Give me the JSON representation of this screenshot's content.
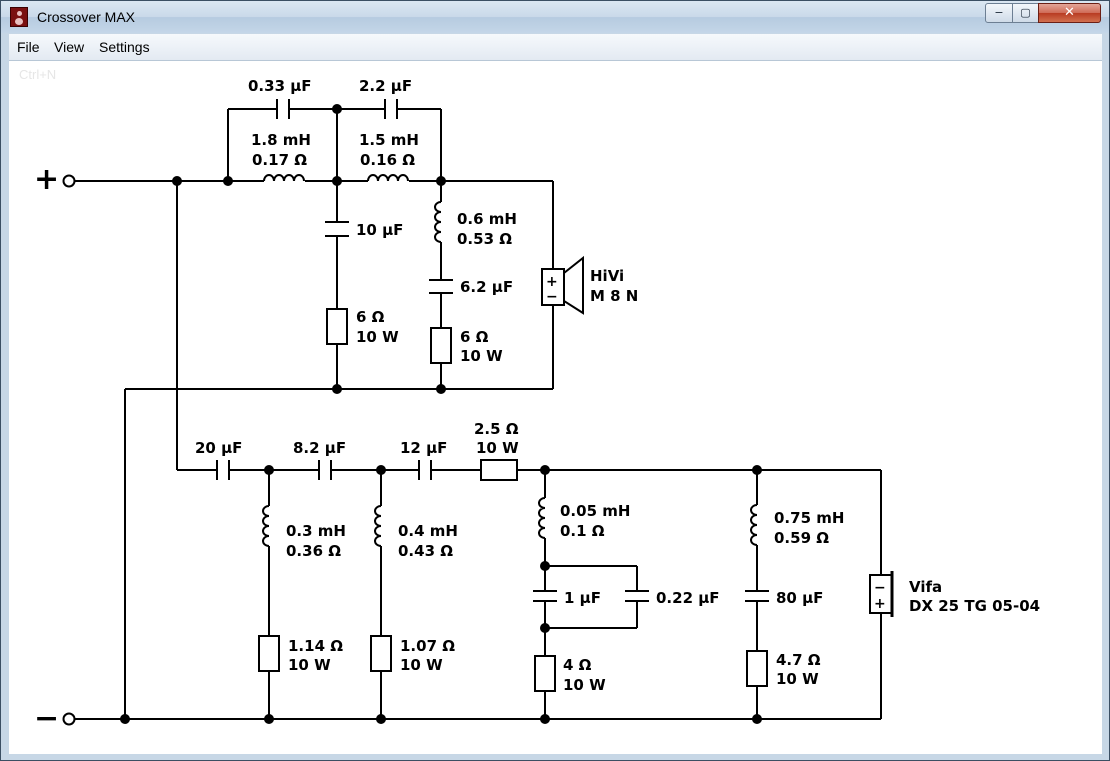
{
  "window": {
    "title": "Crossover MAX",
    "min_glyph": "−",
    "max_glyph": "▢",
    "close_glyph": "✕"
  },
  "menu": {
    "file": "File",
    "view": "View",
    "settings": "Settings"
  },
  "hint": "Ctrl+N",
  "terminals": {
    "plus": "+",
    "minus": "−"
  },
  "woofer_network": {
    "c_top1": "0.33 µF",
    "c_top2": "2.2 µF",
    "l1_value": "1.8 mH",
    "l1_res": "0.17 Ω",
    "l2_value": "1.5 mH",
    "l2_res": "0.16 Ω",
    "c_shunt": "10 µF",
    "r_shunt_value": "6 Ω",
    "r_shunt_power": "10 W",
    "l3_value": "0.6 mH",
    "l3_res": "0.53 Ω",
    "c3": "6.2 µF",
    "r3_value": "6 Ω",
    "r3_power": "10 W",
    "driver_brand": "HiVi",
    "driver_model": "M 8 N",
    "driver_plus": "+",
    "driver_minus": "−"
  },
  "tweeter_network": {
    "c1": "20 µF",
    "c2": "8.2 µF",
    "c3": "12 µF",
    "r_series_value": "2.5 Ω",
    "r_series_power": "10 W",
    "la_value": "0.3 mH",
    "la_res": "0.36 Ω",
    "ra_value": "1.14 Ω",
    "ra_power": "10 W",
    "lb_value": "0.4 mH",
    "lb_res": "0.43 Ω",
    "rb_value": "1.07 Ω",
    "rb_power": "10 W",
    "lc_value": "0.05 mH",
    "lc_res": "0.1 Ω",
    "cc1": "1 µF",
    "cc2": "0.22 µF",
    "rc_value": "4 Ω",
    "rc_power": "10 W",
    "ld_value": "0.75 mH",
    "ld_res": "0.59 Ω",
    "cd": "80 µF",
    "rd_value": "4.7 Ω",
    "rd_power": "10 W",
    "driver_brand": "Vifa",
    "driver_model": "DX 25 TG 05-04",
    "driver_plus": "+",
    "driver_minus": "−"
  }
}
